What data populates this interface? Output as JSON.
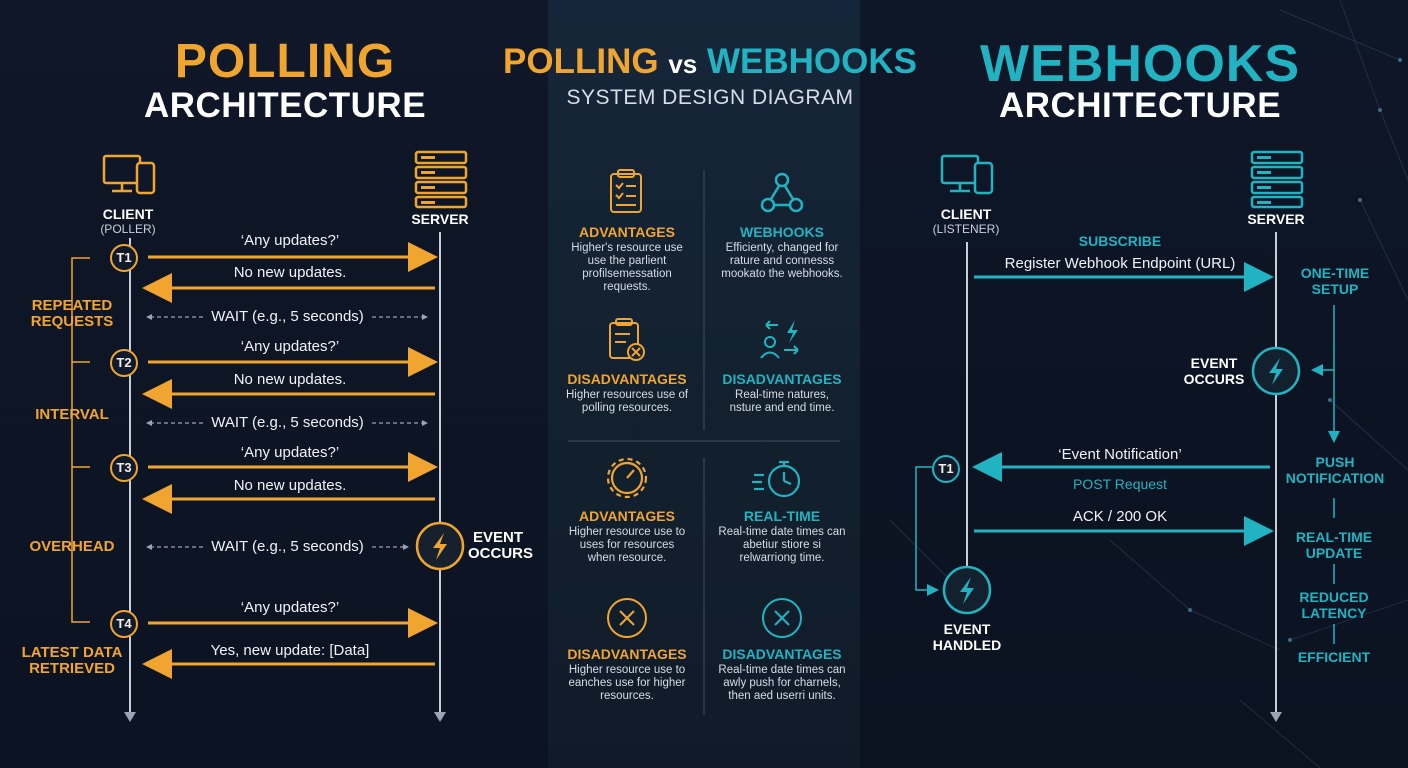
{
  "header": {
    "left_title_1": "POLLING",
    "left_title_2": "ARCHITECTURE",
    "center_title_a": "POLLING",
    "center_title_vs": "vs",
    "center_title_b": "WEBHOOKS",
    "center_subtitle": "SYSTEM DESIGN DIAGRAM",
    "right_title_1": "WEBHOOKS",
    "right_title_2": "ARCHITECTURE"
  },
  "polling": {
    "client_label": "CLIENT",
    "client_sub": "(POLLER)",
    "server_label": "SERVER",
    "side_labels": {
      "repeated": "REPEATED REQUESTS",
      "interval": "INTERVAL",
      "overhead": "OVERHEAD",
      "latest": "LATEST DATA RETRIEVED"
    },
    "steps": [
      {
        "badge": "T1",
        "request": "‘Any updates?’",
        "response": "No new updates.",
        "wait": "WAIT (e.g., 5 seconds)"
      },
      {
        "badge": "T2",
        "request": "‘Any updates?’",
        "response": "No new updates.",
        "wait": "WAIT (e.g., 5 seconds)"
      },
      {
        "badge": "T3",
        "request": "‘Any updates?’",
        "response": "No new updates.",
        "wait": "WAIT (e.g., 5 seconds)"
      },
      {
        "badge": "T4",
        "request": "‘Any updates?’",
        "response": "Yes, new update: [Data]"
      }
    ],
    "event_label": "EVENT OCCURS"
  },
  "comparison": {
    "top": {
      "left": {
        "heading": "ADVANTAGES",
        "body": "Higher's resource use use the parlient profilsemessation requests.",
        "icon": "clipboard-checklist-icon"
      },
      "right": {
        "heading": "WEBHOOKS",
        "body": "Efficienty, changed for rature and connesss mookato the webhooks.",
        "icon": "webhook-icon"
      },
      "left2": {
        "heading": "DISADVANTAGES",
        "body": "Higher resources use of polling resources.",
        "icon": "clipboard-x-icon"
      },
      "right2": {
        "heading": "DISADVANTAGES",
        "body": "Real-time natures, nsture and end time.",
        "icon": "user-lightning-icon"
      }
    },
    "bottom": {
      "left": {
        "heading": "ADVANTAGES",
        "body": "Higher resource use to uses for resources when resource.",
        "icon": "gear-gauge-icon"
      },
      "right": {
        "heading": "REAL-TIME",
        "body": "Real-time date times can abetiur stiore si relwarriong time.",
        "icon": "stopwatch-icon"
      },
      "left2": {
        "heading": "DISADVANTAGES",
        "body": "Higher resource use to eanches use for higher resources.",
        "icon": "circle-x-icon"
      },
      "right2": {
        "heading": "DISADVANTAGES",
        "body": "Real-time date times can awly push for charnels, then aed userri units.",
        "icon": "circle-x-icon"
      }
    }
  },
  "webhooks": {
    "client_label": "CLIENT",
    "client_sub": "(LISTENER)",
    "server_label": "SERVER",
    "subscribe": "SUBSCRIBE",
    "register": "Register Webhook Endpoint (URL)",
    "one_time": "ONE-TIME SETUP",
    "event_occurs": "EVENT OCCURS",
    "badge": "T1",
    "notification": "‘Event Notification’",
    "post": "POST Request",
    "ack": "ACK / 200 OK",
    "push": "PUSH NOTIFICATION",
    "realtime": "REAL-TIME UPDATE",
    "reduced": "REDUCED LATENCY",
    "efficient": "EFFICIENT",
    "event_handled": "EVENT HANDLED"
  },
  "colors": {
    "orange": "#f0a531",
    "teal": "#22b3c2",
    "background": "#0d1422"
  }
}
